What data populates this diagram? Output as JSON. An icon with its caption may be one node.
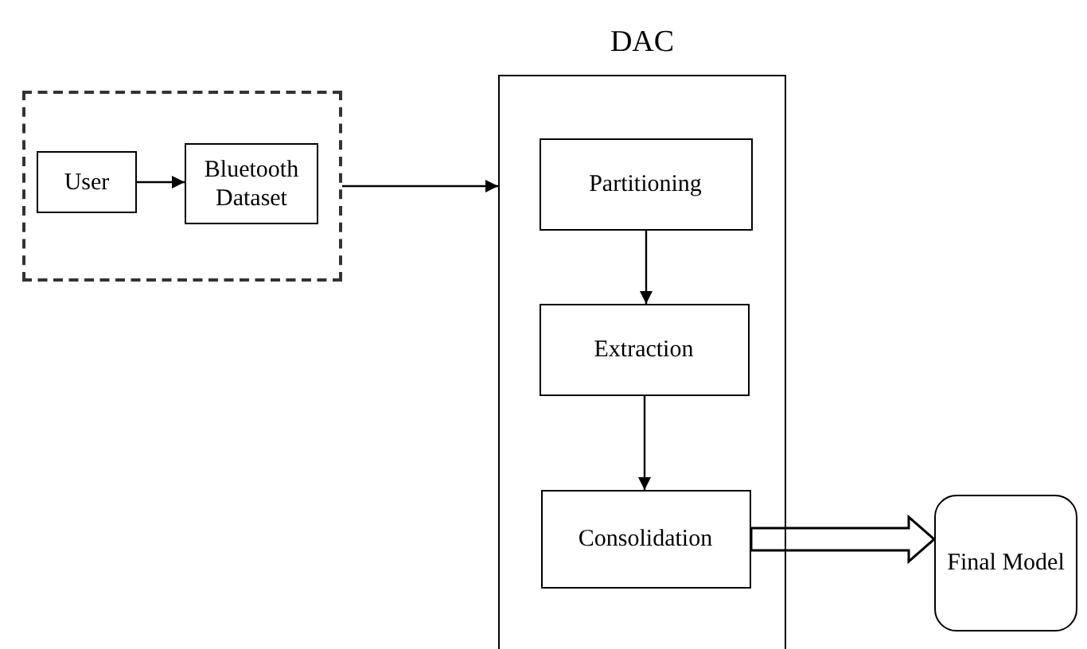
{
  "diagram": {
    "nodes": [
      {
        "text": [],
        "shape": "box"
      },
      {
        "text": [
          "User"
        ],
        "in": 0
      },
      {
        "text": [
          "Bluetooth Dataset"
        ],
        "in": 0
      },
      {
        "text": [
          "DAC"
        ]
      },
      {
        "text": [
          "Partitioning"
        ],
        "in": 3
      },
      {
        "text": [
          "Extraction"
        ],
        "in": 3
      },
      {
        "text": [
          "Consolidation"
        ],
        "in": 3
      },
      {
        "text": [
          "Final Model"
        ]
      }
    ],
    "edges": [
      {
        "from": 1,
        "to": 2,
        "arrow": "to"
      },
      {
        "from": 0,
        "to": 3,
        "arrow": "to"
      },
      {
        "from": 4,
        "to": 5,
        "arrow": "to"
      },
      {
        "from": 5,
        "to": 6,
        "arrow": "to"
      },
      {
        "from": 6,
        "to": 7,
        "arrow": "to",
        "style": "thick"
      }
    ]
  }
}
